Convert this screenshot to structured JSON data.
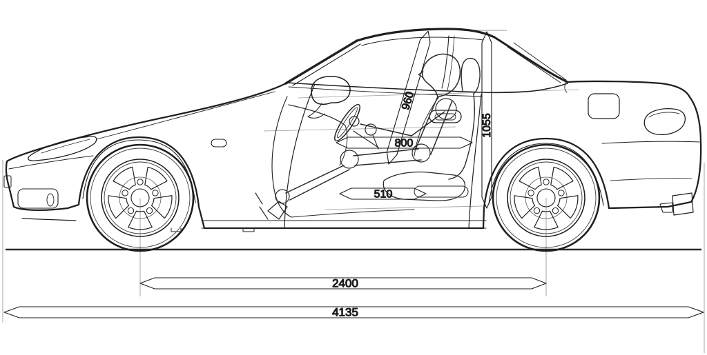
{
  "diagram": {
    "type": "vehicle-side-profile-dimension-drawing",
    "description": "Line-art blueprint of a two-seat roadster with hardtop, driver mannequin seated, side view with engineering dimension callouts",
    "background_color": "#ffffff",
    "line_color": "#1f1f1f",
    "reference_line_color": "#9a9a9a",
    "dimensions": {
      "diagonal_hip_to_roof": {
        "label": "960",
        "orientation": "diagonal"
      },
      "vertical_cabin_height": {
        "label": "1055",
        "orientation": "vertical"
      },
      "horizontal_cabin_upper": {
        "label": "800",
        "orientation": "horizontal"
      },
      "horizontal_cabin_lower": {
        "label": "510",
        "orientation": "horizontal"
      },
      "wheelbase": {
        "label": "2400",
        "orientation": "horizontal"
      },
      "overall_length": {
        "label": "4135",
        "orientation": "horizontal"
      }
    }
  }
}
